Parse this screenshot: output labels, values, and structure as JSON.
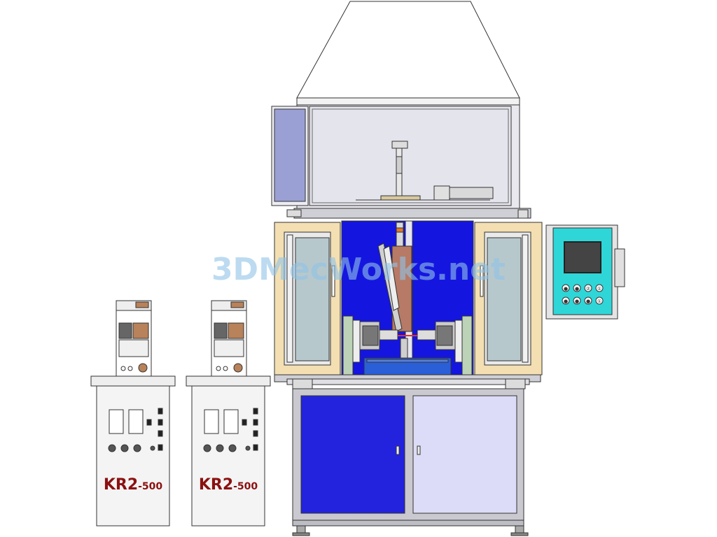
{
  "watermark": {
    "text": "3DMecWorks.net"
  },
  "cabinets": [
    {
      "model": "KR2",
      "suffix": "-500"
    },
    {
      "model": "KR2",
      "suffix": "-500"
    }
  ],
  "control_panel": {
    "button_glyphs": [
      "●",
      "●",
      "②",
      "①",
      "●",
      "●",
      "●",
      "①"
    ]
  },
  "colors": {
    "outline": "#333333",
    "frame_gray": "#c9c9cf",
    "hood_fill": "#e8e8ee",
    "side_panel": "#9aa0d4",
    "chamber_blue": "#1515e0",
    "door_frame": "#f3dfb2",
    "door_glass": "#b7c8cc",
    "lower_blue": "#2323dd",
    "lower_light": "#dcdcf8",
    "screen_cyan": "#2fd6d8",
    "screen_dark": "#444444",
    "cabinet_fill": "#f4f4f4",
    "label_red": "#8b1111",
    "copper": "#b8825a",
    "watermark": "#8fc3e8"
  }
}
